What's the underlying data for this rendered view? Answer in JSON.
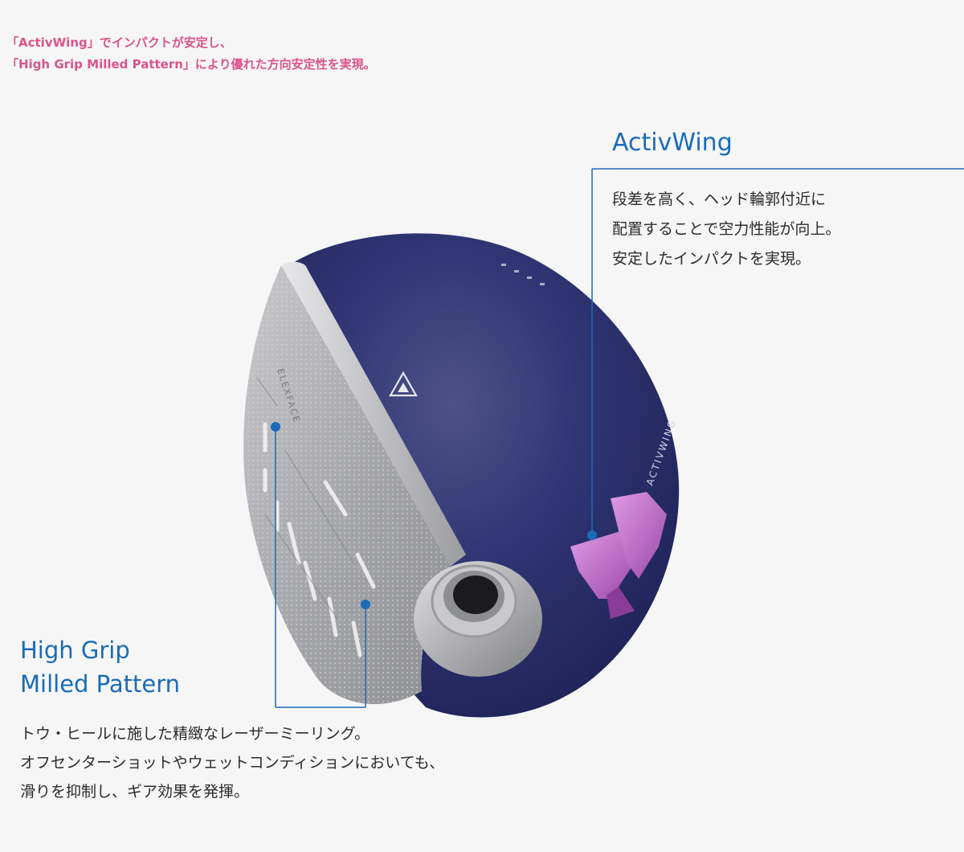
{
  "headline": {
    "line1": "「ActivWing」でインパクトが安定し、",
    "line2": "「High Grip Milled Pattern」により優れた方向安定性を実現。"
  },
  "activwing": {
    "title": "ActivWing",
    "body": [
      "段差を高く、ヘッド輪郭付近に",
      "配置することで空力性能が向上。",
      "安定したインパクトを実現。"
    ]
  },
  "high_grip": {
    "title_line1": "High Grip",
    "title_line2": "Milled Pattern",
    "body": [
      "トウ・ヒールに施した精緻なレーザーミーリング。",
      "オフセンターショットやウェットコンディションにおいても、",
      "滑りを抑制し、ギア効果を発揮。"
    ]
  },
  "product_image": {
    "face_marking": "ELEXFACE",
    "crown_marking": "ACTIVWING"
  },
  "colors": {
    "headline": "#d9548c",
    "accent_blue": "#1a6bb8",
    "crown_navy": "#2a2f6e",
    "wing_pink": "#c86fd0"
  }
}
